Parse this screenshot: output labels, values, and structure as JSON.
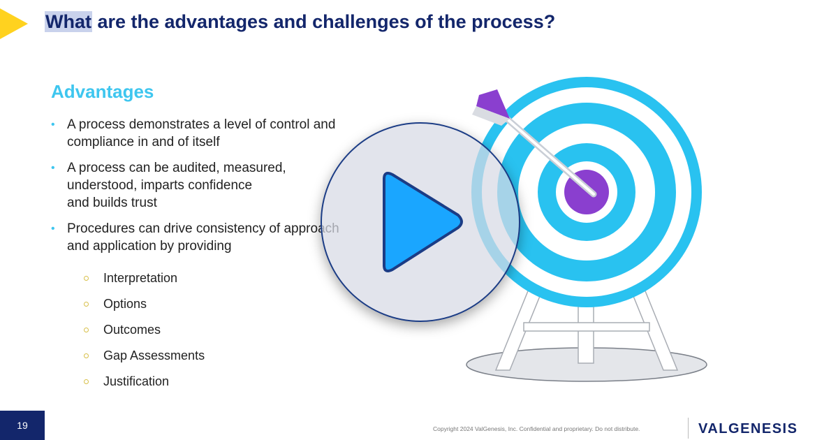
{
  "slide": {
    "title_highlight": "What",
    "title_rest": " are the advantages and challenges of the process?",
    "section_heading": "Advantages",
    "bullets": [
      {
        "line1": "A process demonstrates a level of control and",
        "line2": "compliance in and of itself"
      },
      {
        "line1": "A process can be audited, measured,",
        "line2": "understood, imparts confidence",
        "line3": "and builds trust"
      },
      {
        "line1": "Procedures can drive consistency of approach",
        "line2": "and application by providing"
      }
    ],
    "sub_items": [
      "Interpretation",
      "Options",
      "Outcomes",
      "Gap Assessments",
      "Justification"
    ],
    "page_number": "19",
    "copyright": "Copyright 2024 ValGenesis, Inc. Confidential and proprietary. Do not distribute.",
    "logo_text": "VALGENESIS"
  },
  "colors": {
    "title": "#13266b",
    "accent_yellow": "#ffd21f",
    "heading_cyan": "#3ec6ef",
    "target_blue": "#29c2f0",
    "bullseye_purple": "#8a3fcf",
    "play_blue": "#1aa6ff"
  },
  "icons": {
    "play": "play-icon",
    "target": "target-arrow-illustration"
  }
}
